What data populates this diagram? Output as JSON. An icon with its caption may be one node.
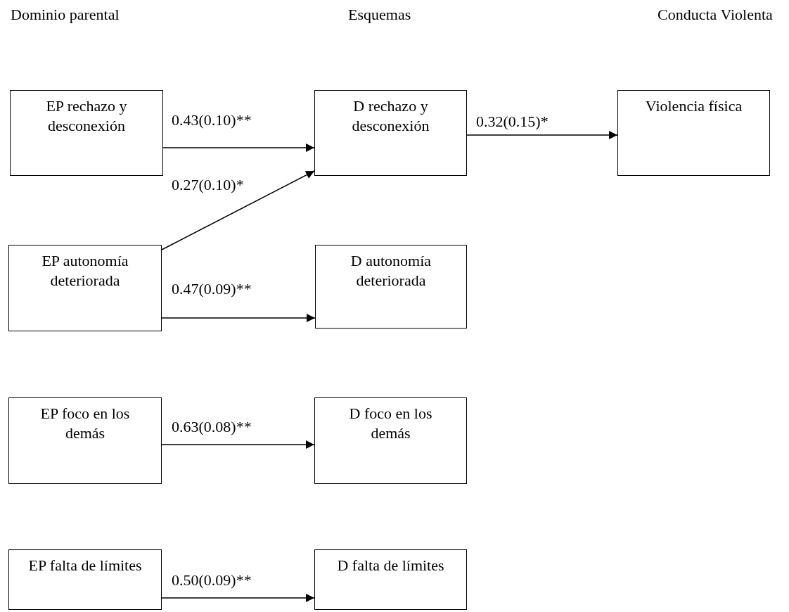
{
  "diagram": {
    "nodes": [
      {
        "text": [
          "EP rechazo y desconexión"
        ]
      },
      {
        "text": [
          "D rechazo y desconexión"
        ]
      },
      {
        "text": [
          "Violencia física"
        ]
      },
      {
        "text": [
          "EP autonomía deteriorada"
        ]
      },
      {
        "text": [
          "D autonomía deteriorada"
        ]
      },
      {
        "text": [
          "EP foco en los demás"
        ]
      },
      {
        "text": [
          "D foco en los demás"
        ]
      },
      {
        "text": [
          "EP falta de límites"
        ]
      },
      {
        "text": [
          "D falta de límites"
        ]
      }
    ],
    "edges": [
      {
        "from": 0,
        "to": 1,
        "arrow": "to",
        "label": "0.43(0.10)**"
      },
      {
        "from": 1,
        "to": 2,
        "arrow": "to",
        "label": "0.32(0.15)*"
      },
      {
        "from": 3,
        "to": 1,
        "arrow": "to",
        "label": "0.27(0.10)*"
      },
      {
        "from": 3,
        "to": 4,
        "arrow": "to",
        "label": "0.47(0.09)**"
      },
      {
        "from": 5,
        "to": 6,
        "arrow": "to",
        "label": "0.63(0.08)**"
      },
      {
        "from": 7,
        "to": 8,
        "arrow": "to",
        "label": "0.50(0.09)**"
      }
    ],
    "labels": [
      "Dominio parental",
      "Esquemas",
      "Conducta Violenta"
    ]
  }
}
